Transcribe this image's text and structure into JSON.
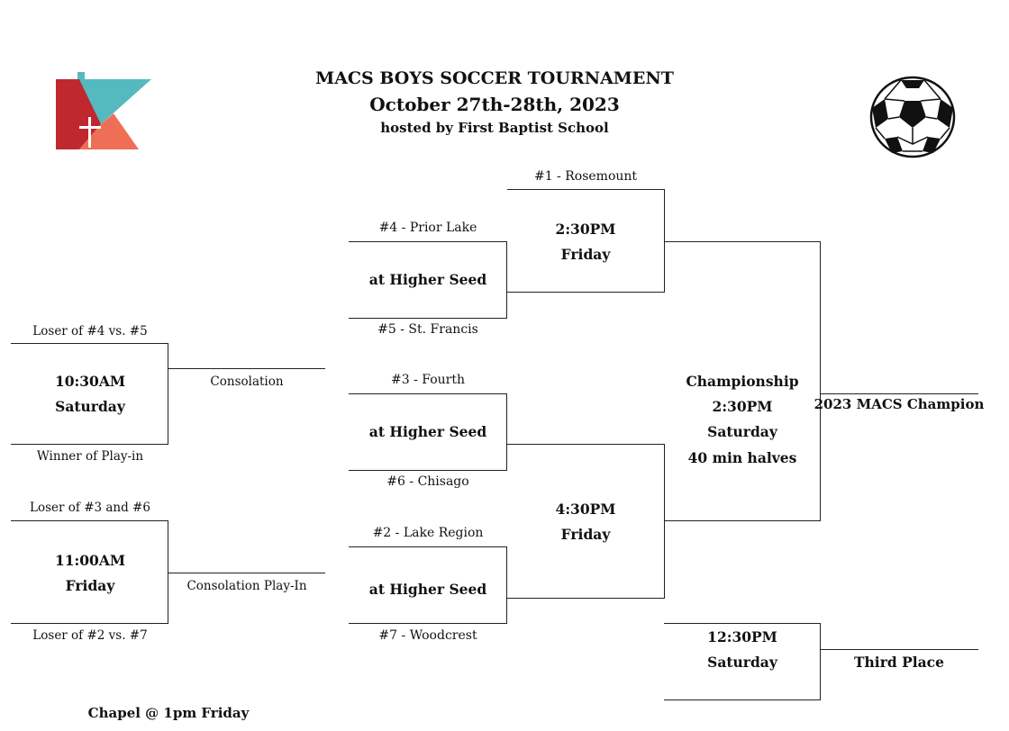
{
  "header": {
    "title": "MACS BOYS SOCCER TOURNAMENT",
    "dates": "October 27th-28th, 2023",
    "host": "hosted by First Baptist School"
  },
  "logo": {
    "icon": "school-logo",
    "colors": [
      "#c0282f",
      "#55b9c0",
      "#ee6f55",
      "#e23c3a"
    ]
  },
  "ball": {
    "icon": "soccer-ball-icon"
  },
  "bracket": {
    "seed1": "#1 - Rosemount",
    "seed4": "#4 - Prior Lake",
    "seed5": "#5 - St. Francis",
    "seed3": "#3 - Fourth",
    "seed6": "#6 - Chisago",
    "seed2": "#2 - Lake Region",
    "seed7": "#7 - Woodcrest",
    "qf_site_1": "at Higher Seed",
    "qf_site_2": "at Higher Seed",
    "qf_site_3": "at Higher Seed",
    "semi1_time": "2:30PM",
    "semi1_day": "Friday",
    "semi2_time": "4:30PM",
    "semi2_day": "Friday",
    "final_label": "Championship",
    "final_time": "2:30PM",
    "final_day": "Saturday",
    "final_note": "40 min halves",
    "champion": "2023 MACS Champion",
    "third_time": "12:30PM",
    "third_day": "Saturday",
    "third_label": "Third Place"
  },
  "consolation": {
    "top_team": "Loser of #4 vs. #5",
    "time": "10:30AM",
    "day": "Saturday",
    "bottom_team": "Winner of Play-in",
    "label": "Consolation"
  },
  "playin": {
    "top_team": "Loser of #3 and #6",
    "time": "11:00AM",
    "day": "Friday",
    "bottom_team": "Loser of #2 vs. #7",
    "label": "Consolation Play-In"
  },
  "footer": {
    "chapel": "Chapel @ 1pm Friday"
  }
}
